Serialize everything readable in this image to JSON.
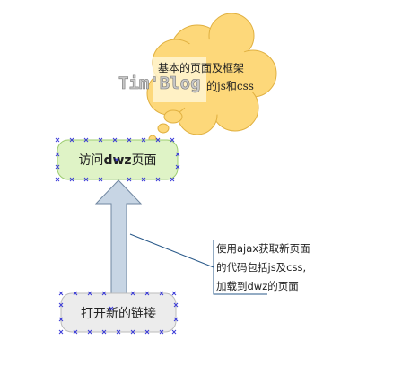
{
  "cloud": {
    "line1": "基本的页面及框架",
    "line2": "的js和css",
    "fill_color": "#fdd87a",
    "stroke_color": "#e0b040"
  },
  "watermark": {
    "text": "Tim'Blog"
  },
  "node_top": {
    "label_pre": "访问",
    "label_bold": "dwz",
    "label_post": "页面",
    "fill_color": "#dff3c6",
    "stroke_color": "#9ccc70"
  },
  "node_bottom": {
    "label": "打开新的链接",
    "fill_color": "#ececec",
    "stroke_color": "#bbbbbb"
  },
  "arrow": {
    "fill_color": "#c7d5e4",
    "stroke_color": "#6f86a0"
  },
  "note": {
    "line1": "使用ajax获取新页面",
    "line2": "的代码包括js及css,",
    "line3": "加载到dwz的页面"
  },
  "colors": {
    "selection_handles": "#3a3ad8"
  }
}
